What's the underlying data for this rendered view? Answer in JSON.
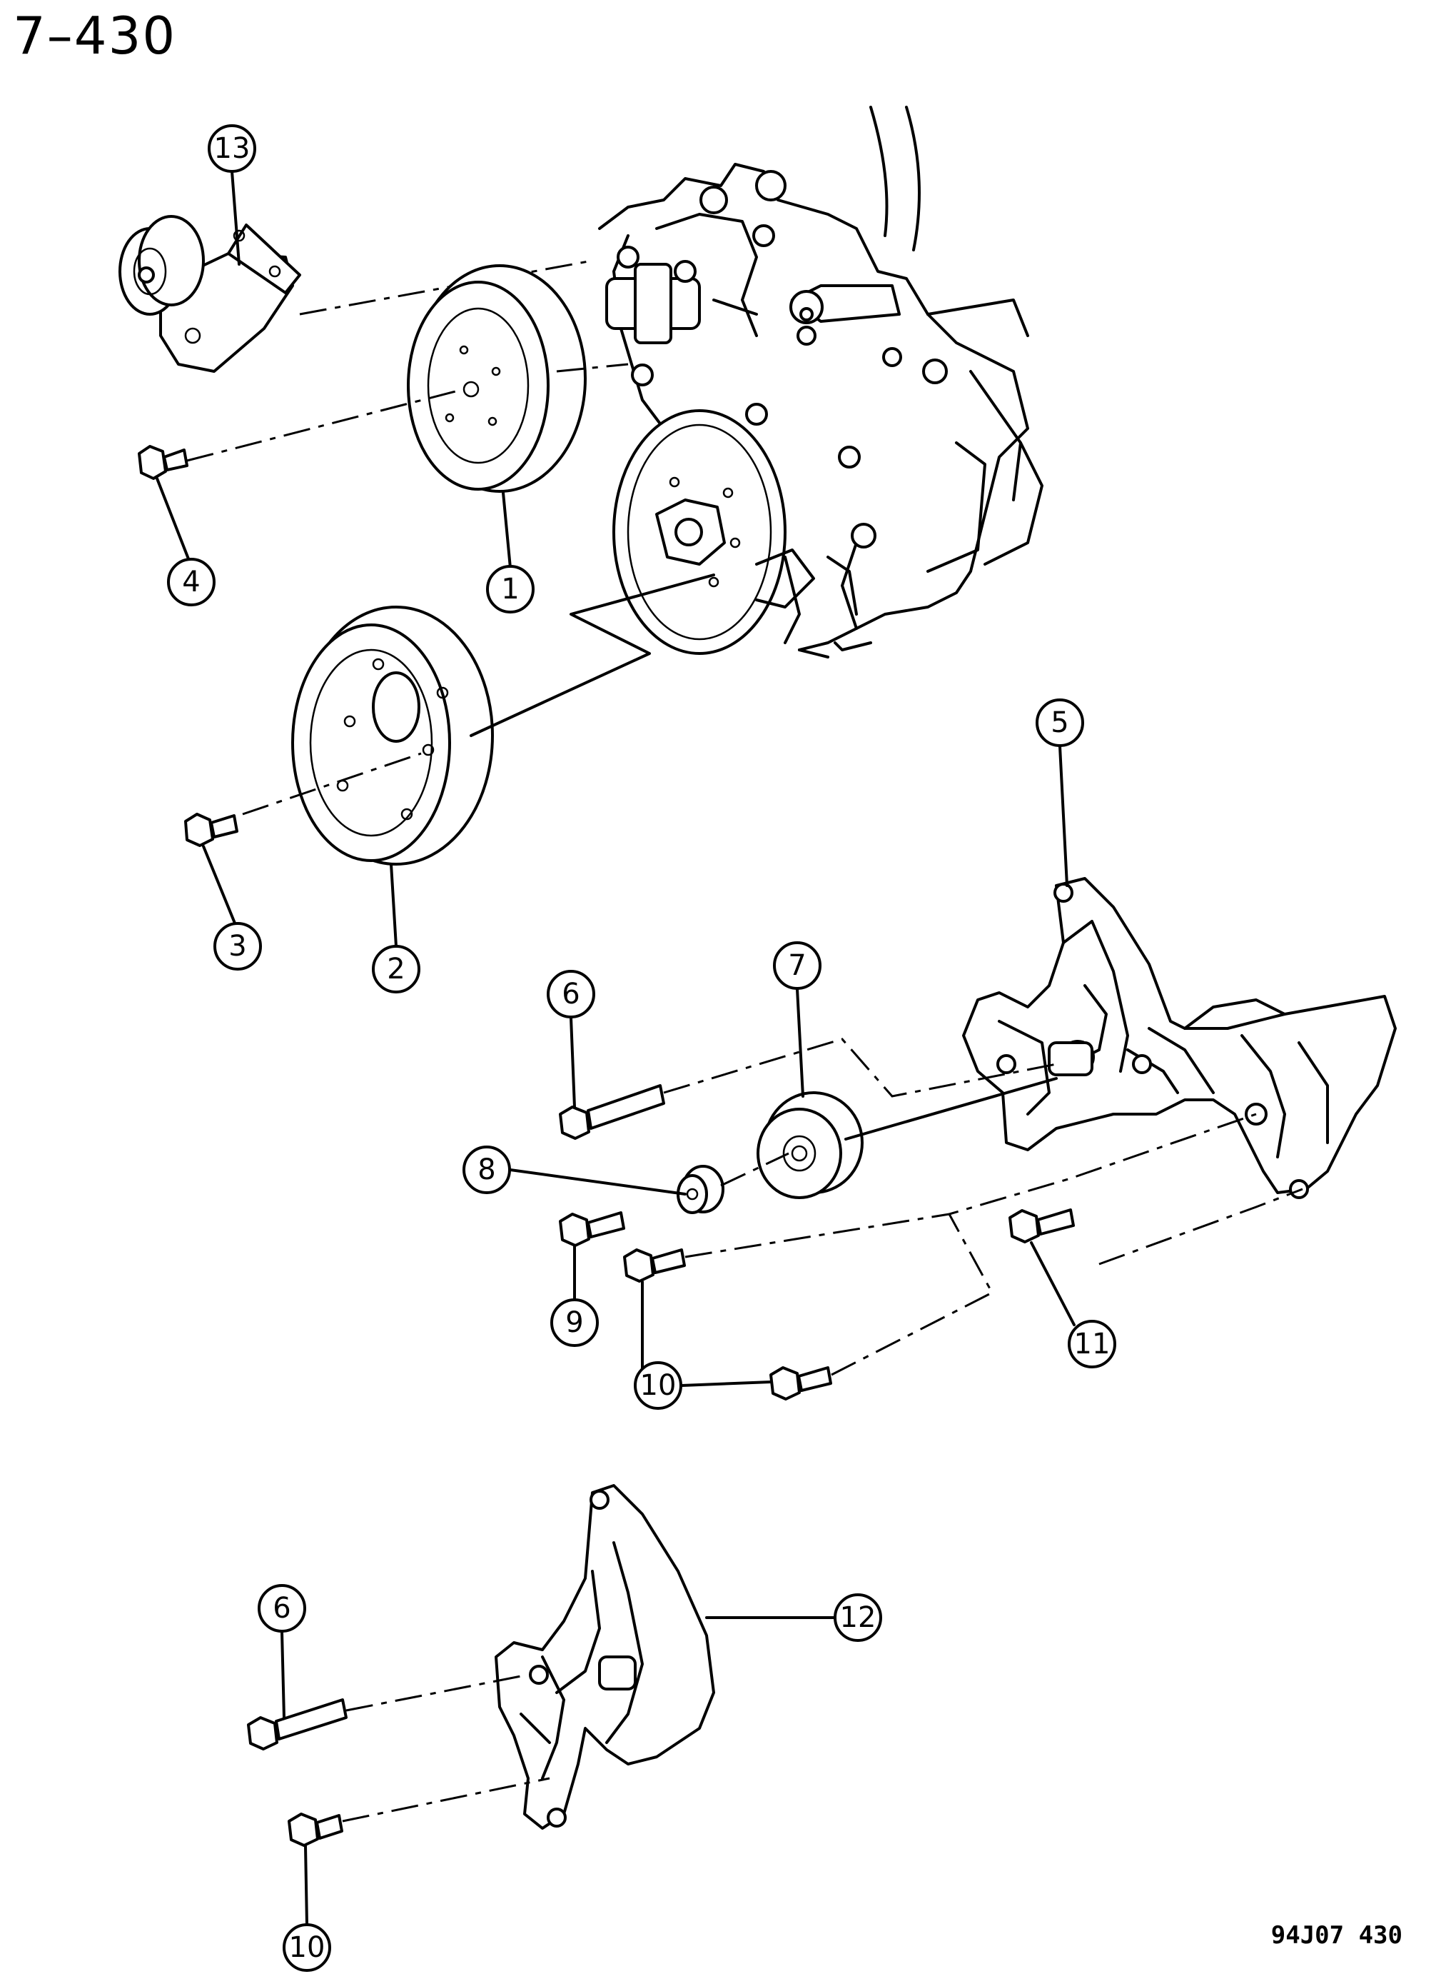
{
  "page_number": "7–430",
  "illustration_code": "94J07  430",
  "callouts": [
    "13",
    "4",
    "1",
    "3",
    "2",
    "5",
    "6",
    "7",
    "8",
    "9",
    "10",
    "11",
    "10",
    "6",
    "12",
    "10"
  ]
}
